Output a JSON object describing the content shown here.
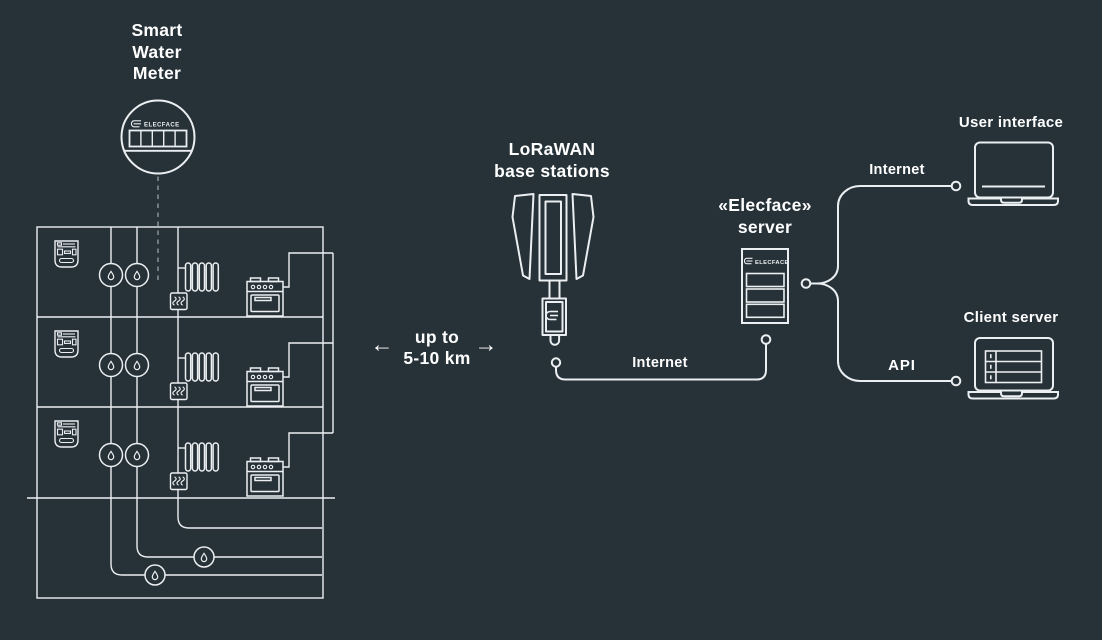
{
  "colors": {
    "background": "#263238",
    "line": "#ECEFF1",
    "text": "#FFFFFF"
  },
  "labels": {
    "smart_water_meter": "Smart\nWater\nMeter",
    "lorawan": "LoRaWAN\nbase stations",
    "range": "up to\n5-10 km",
    "arrow_left": "←",
    "arrow_right": "→",
    "internet_mid": "Internet",
    "elecface_server": "«Elecface»\nserver",
    "internet_right": "Internet",
    "user_interface": "User interface",
    "api": "API",
    "client_server": "Client server",
    "brand": "ELECFACE"
  }
}
